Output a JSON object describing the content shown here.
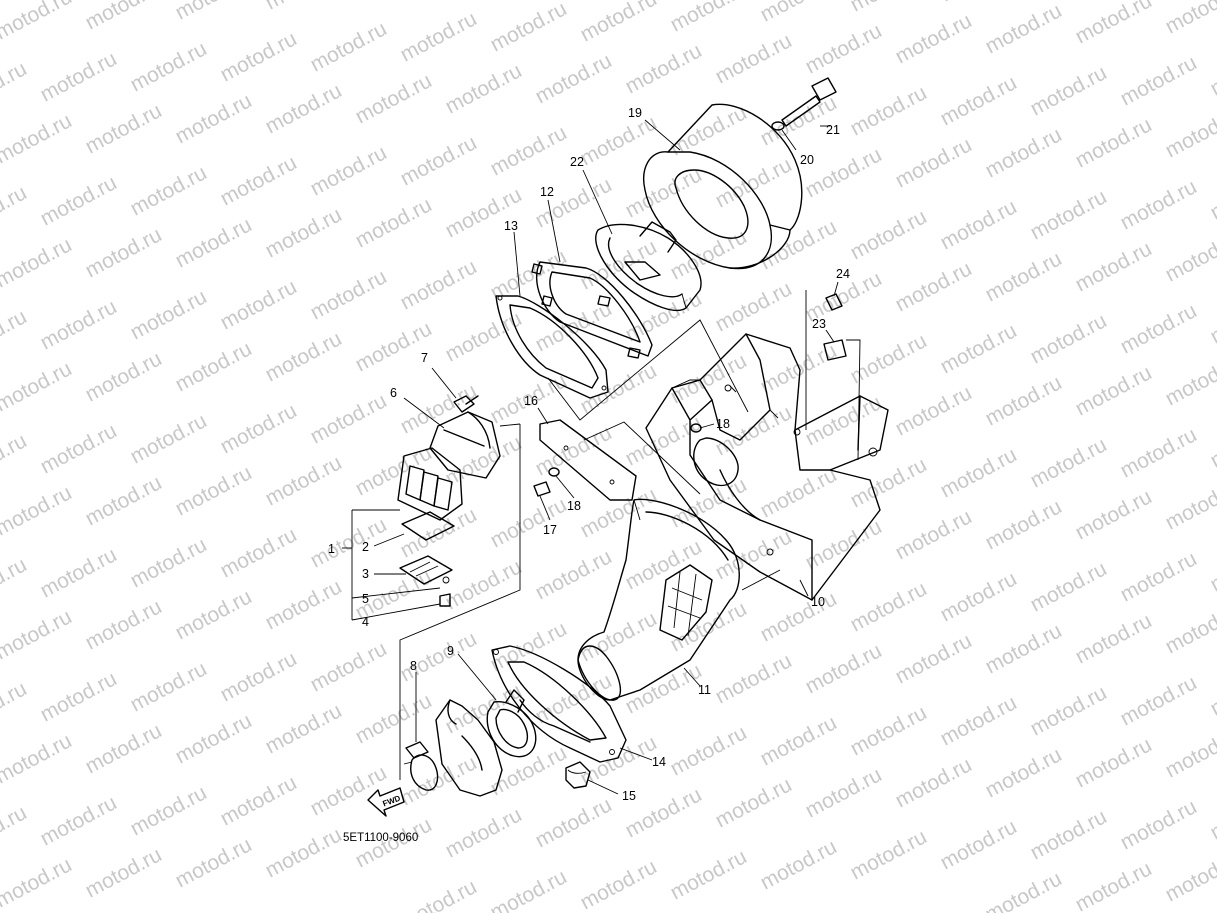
{
  "watermark": {
    "text": "motod.ru"
  },
  "diagram": {
    "code": "5ET1100-9060",
    "forward_label": "FWD",
    "callouts": [
      {
        "id": "c1",
        "label": "1"
      },
      {
        "id": "c2",
        "label": "2"
      },
      {
        "id": "c3",
        "label": "3"
      },
      {
        "id": "c4",
        "label": "4"
      },
      {
        "id": "c5",
        "label": "5"
      },
      {
        "id": "c6",
        "label": "6"
      },
      {
        "id": "c7",
        "label": "7"
      },
      {
        "id": "c8",
        "label": "8"
      },
      {
        "id": "c9",
        "label": "9"
      },
      {
        "id": "c10",
        "label": "10"
      },
      {
        "id": "c11",
        "label": "11"
      },
      {
        "id": "c12",
        "label": "12"
      },
      {
        "id": "c13",
        "label": "13"
      },
      {
        "id": "c14",
        "label": "14"
      },
      {
        "id": "c15",
        "label": "15"
      },
      {
        "id": "c16",
        "label": "16"
      },
      {
        "id": "c17",
        "label": "17"
      },
      {
        "id": "c18a",
        "label": "18"
      },
      {
        "id": "c18b",
        "label": "18"
      },
      {
        "id": "c19",
        "label": "19"
      },
      {
        "id": "c20",
        "label": "20"
      },
      {
        "id": "c21",
        "label": "21"
      },
      {
        "id": "c22",
        "label": "22"
      },
      {
        "id": "c23",
        "label": "23"
      },
      {
        "id": "c24",
        "label": "24"
      }
    ]
  }
}
